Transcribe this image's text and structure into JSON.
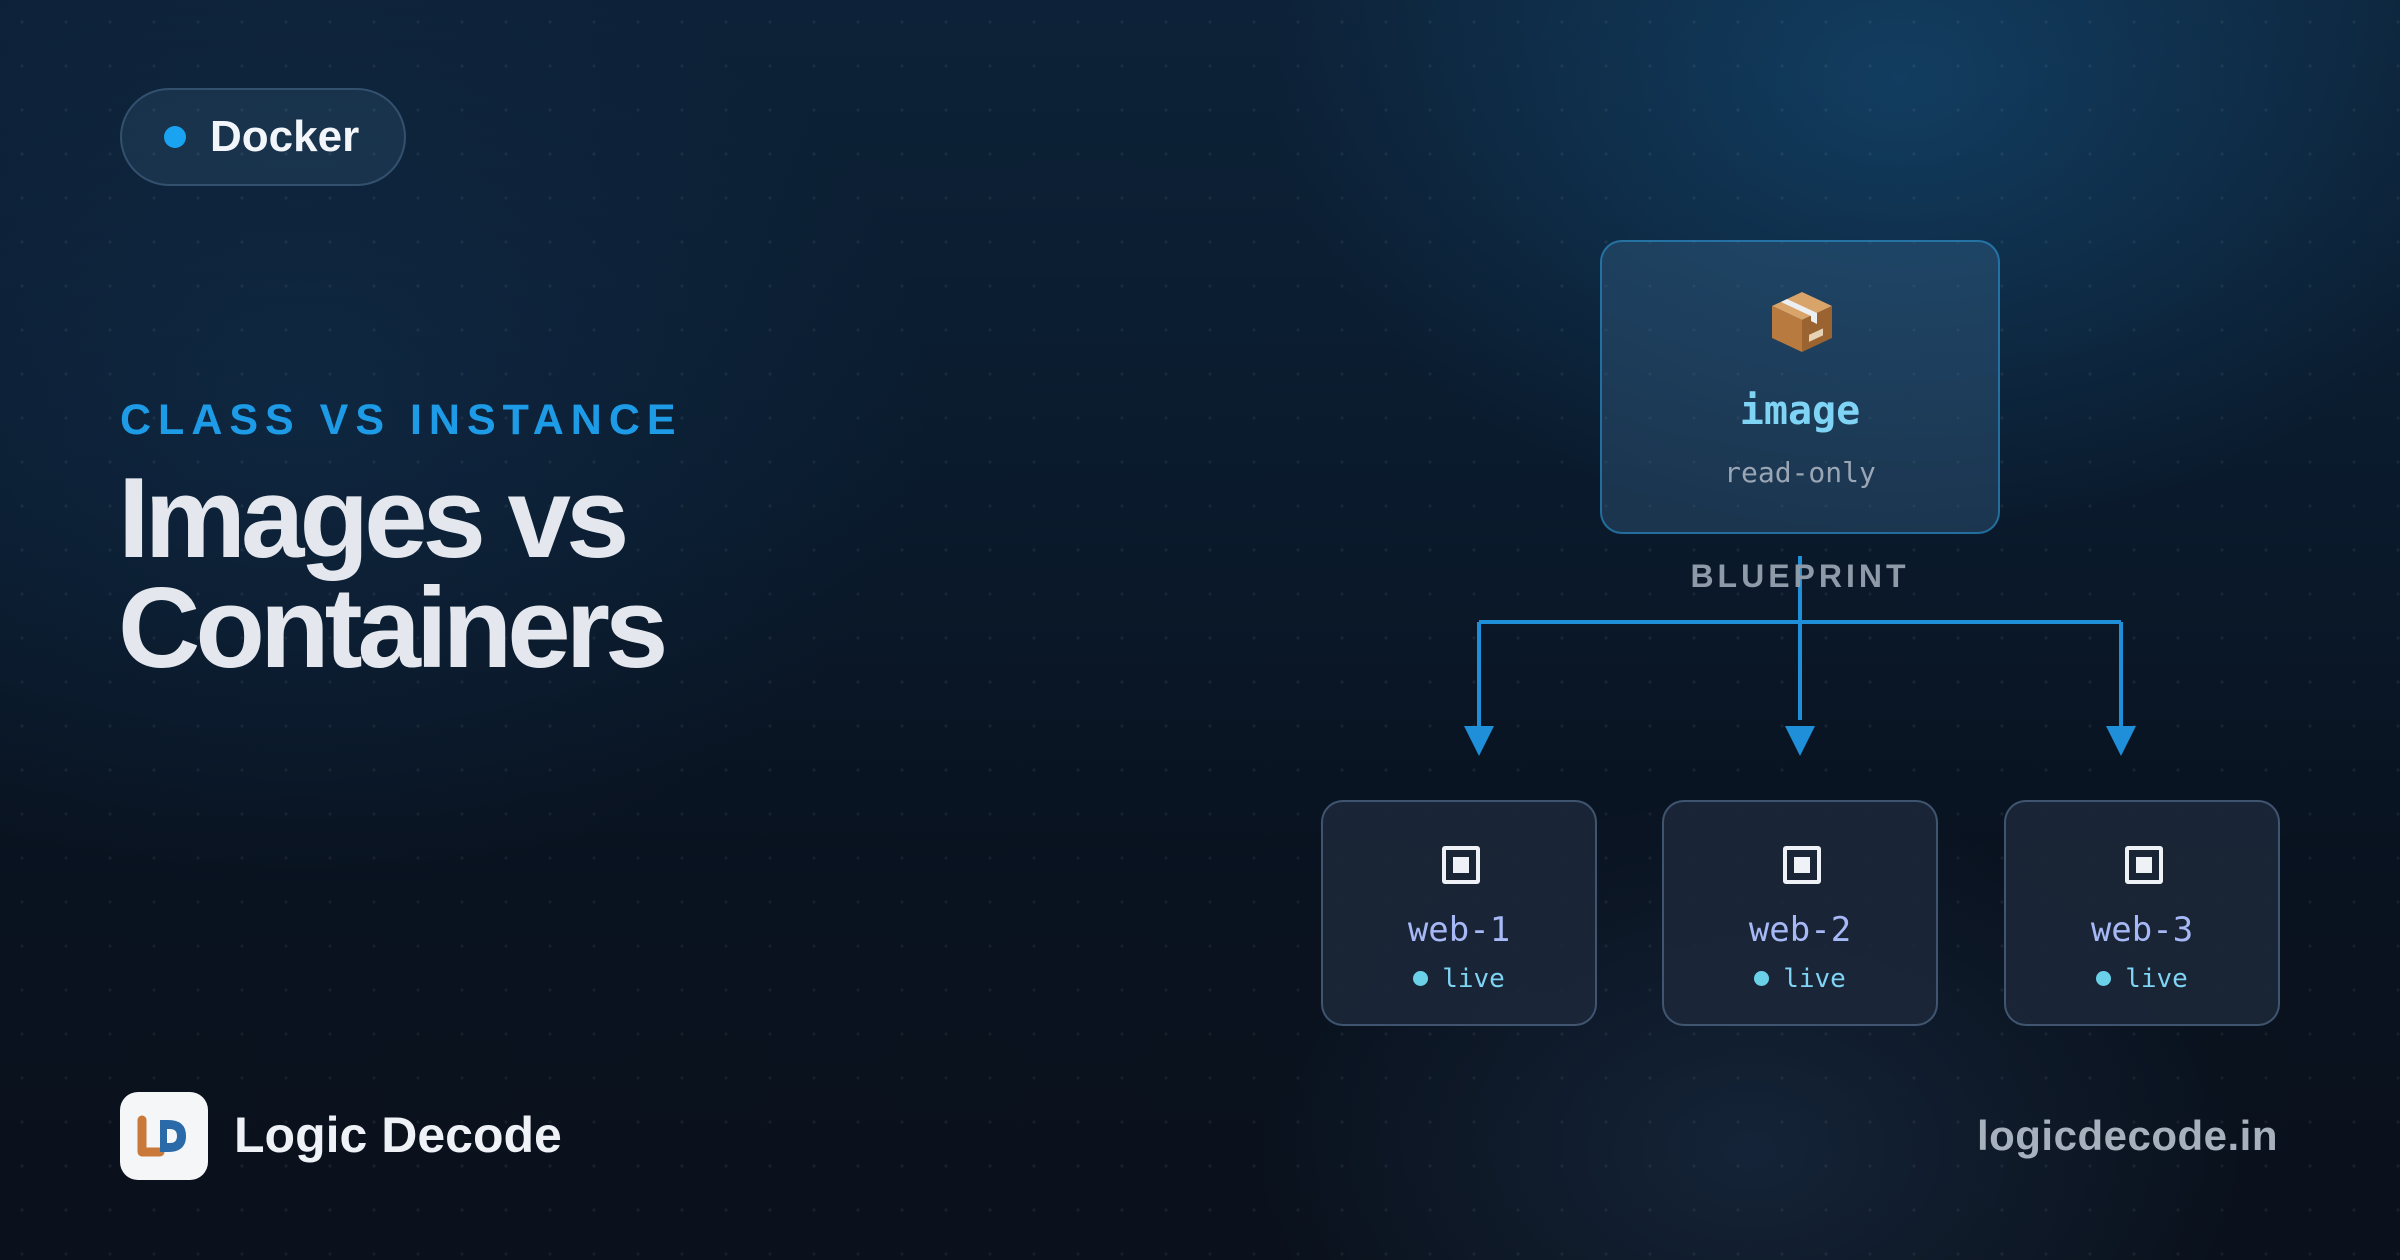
{
  "badge": {
    "label": "Docker",
    "dot_color": "#1aa3f0"
  },
  "hero": {
    "eyebrow": "CLASS VS INSTANCE",
    "title_line1": "Images vs",
    "title_line2": "Containers"
  },
  "diagram": {
    "image_node": {
      "icon": "package-box-icon",
      "name": "image",
      "subtitle": "read-only"
    },
    "connector_label": "BLUEPRINT",
    "containers": [
      {
        "name": "web-1",
        "status": "live"
      },
      {
        "name": "web-2",
        "status": "live"
      },
      {
        "name": "web-3",
        "status": "live"
      }
    ],
    "accent_color": "#1e8fd8"
  },
  "footer": {
    "brand_name": "Logic Decode",
    "logo_icon": "logic-decode-logo-icon",
    "website": "logicdecode.in"
  }
}
